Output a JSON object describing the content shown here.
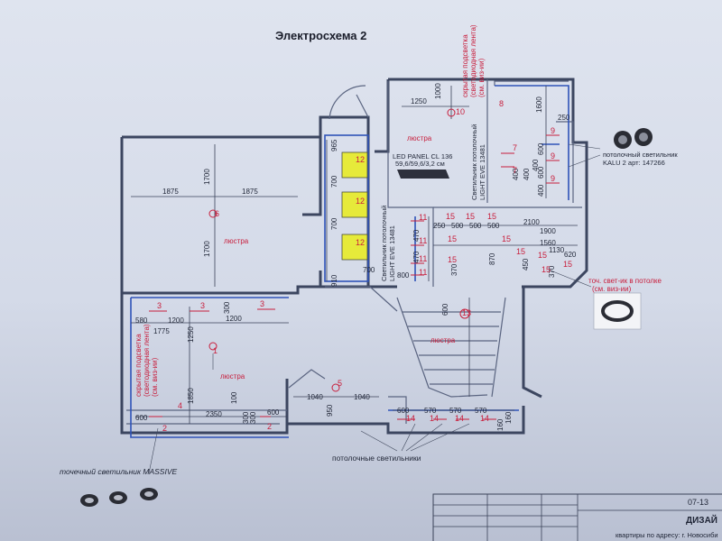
{
  "title": "Электросхема 2",
  "labels": {
    "lustra": "люстра",
    "led_panel_1": "LED PANEL CL 136",
    "led_panel_2": "59,6/59,6/3,2 см",
    "hidden_light_top_1": "скрытая подсветка",
    "hidden_light_top_2": "(светодиодная лента)",
    "hidden_light_top_3": "(см. виз-ии)",
    "ceiling_light_eve_1": "Светильник потолочный",
    "ceiling_light_eve_2": "LIGHT EVE 13481",
    "kalu_1": "потолочный светильник",
    "kalu_2": "KALU 2 арт: 147266",
    "ceiling_insert_1": "точ. свет-ик в потолке",
    "ceiling_insert_2": "(см. виз-ии)",
    "hidden_light_left_1": "скрытая подсветка",
    "hidden_light_left_2": "(светодиодная лента)",
    "hidden_light_left_3": "(см. виз-ии)",
    "massive": "точечный светильник MASSIVE",
    "ceiling_lights": "потолочные светильники",
    "sheet_no": "07-13",
    "design": "ДИЗАЙ",
    "address": "квартиры по адресу: г. Новосиби"
  },
  "dims": {
    "d1875a": "1875",
    "d1875b": "1875",
    "d1700a": "1700",
    "d1700b": "1700",
    "d965": "965",
    "d700a": "700",
    "d700b": "700",
    "d700c": "700",
    "d910": "910",
    "d1250": "1250",
    "d1000": "1000",
    "d1600": "1600",
    "d250": "250",
    "d400a": "400",
    "d400b": "400",
    "d400c": "400",
    "d600a": "600",
    "d600b": "600",
    "d400d": "400",
    "d2100": "2100",
    "d500a": "500",
    "d500b": "500",
    "d500c": "500",
    "d250b": "250",
    "d1900": "1900",
    "d1560": "1560",
    "d1130": "1130",
    "d620": "620",
    "d870": "870",
    "d450": "450",
    "d370a": "370",
    "d370b": "370",
    "d470a": "470",
    "d470b": "470",
    "d800": "800",
    "d580": "580",
    "d1200a": "1200",
    "d1200b": "1200",
    "d1775": "1775",
    "d300a": "300",
    "d1250b": "1250",
    "d1850": "1850",
    "d100": "100",
    "d600c": "600",
    "d2350": "2350",
    "d300b": "300",
    "d300c": "300",
    "d600d": "600",
    "d1040a": "1040",
    "d1040b": "1040",
    "d950": "950",
    "d600e": "600",
    "d570a": "570",
    "d570b": "570",
    "d570c": "570",
    "d160a": "160",
    "d160b": "160",
    "d600f": "600"
  },
  "marks": {
    "m1": "1",
    "m2a": "2",
    "m2b": "2",
    "m3a": "3",
    "m3b": "3",
    "m3c": "3",
    "m4": "4",
    "m5": "5",
    "m6": "6",
    "m7a": "7",
    "m7b": "7",
    "m8": "8",
    "m9a": "9",
    "m9b": "9",
    "m9c": "9",
    "m10": "10",
    "m11a": "11",
    "m11b": "11",
    "m11c": "11",
    "m11d": "11",
    "m12a": "12",
    "m12b": "12",
    "m12c": "12",
    "m13": "13",
    "m14a": "14",
    "m14b": "14",
    "m14c": "14",
    "m14d": "14",
    "m15a": "15",
    "m15b": "15",
    "m15c": "15",
    "m15d": "15",
    "m15e": "15",
    "m15f": "15",
    "m15g": "15",
    "m15h": "15",
    "m15i": "15",
    "m15j": "15"
  },
  "colors": {
    "accent": "#c81e3c",
    "wiring": "#2f53b8",
    "panel": "#e6ea3a"
  }
}
